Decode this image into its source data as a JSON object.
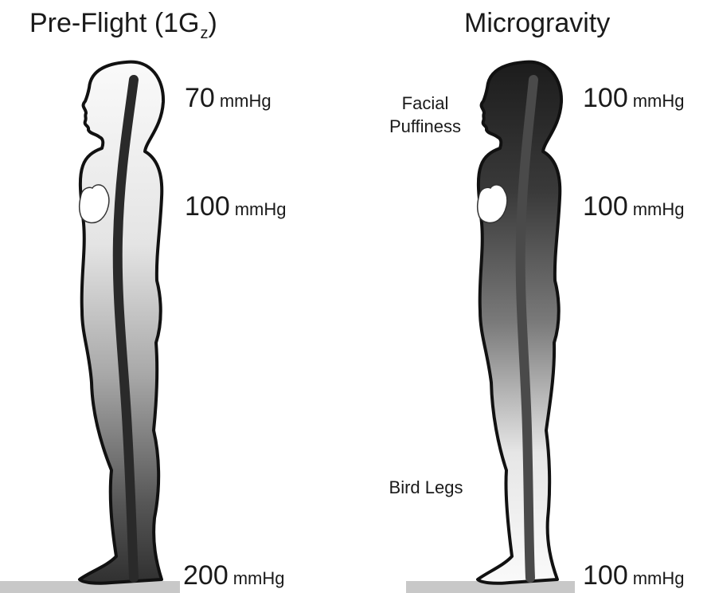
{
  "left_panel": {
    "title_main": "Pre-Flight (1G",
    "title_sub": "z",
    "title_end": ")",
    "pressures": [
      {
        "value": "70",
        "unit": "mmHg"
      },
      {
        "value": "100",
        "unit": "mmHg"
      },
      {
        "value": "200",
        "unit": "mmHg"
      }
    ]
  },
  "right_panel": {
    "title": "Microgravity",
    "pressures": [
      {
        "value": "100",
        "unit": "mmHg"
      },
      {
        "value": "100",
        "unit": "mmHg"
      },
      {
        "value": "100",
        "unit": "mmHg"
      }
    ],
    "annotations": {
      "face_line1": "Facial",
      "face_line2": "Puffiness",
      "legs": "Bird Legs"
    }
  },
  "colors": {
    "outline": "#111111",
    "ground": "#c8c8c8",
    "heart": "#ffffff",
    "vessel": "#2a2a2a"
  }
}
